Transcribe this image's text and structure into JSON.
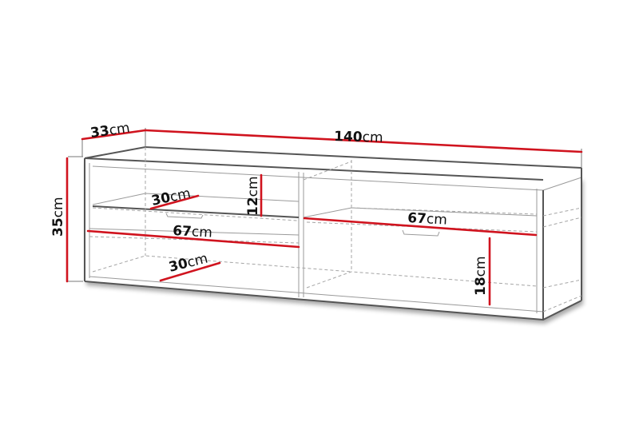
{
  "diagram": {
    "subject": "TV bench dimension drawing",
    "colors": {
      "dimension_line": "#d0131e",
      "outline": "#555555",
      "hidden_line": "#a5a5a5",
      "background": "#ffffff"
    },
    "dimensions": {
      "depth": {
        "value": "33",
        "unit": "cm"
      },
      "width": {
        "value": "140",
        "unit": "cm"
      },
      "height": {
        "value": "35",
        "unit": "cm"
      },
      "shelf_depth": {
        "value": "30",
        "unit": "cm"
      },
      "upper_height": {
        "value": "12",
        "unit": "cm"
      },
      "left_width": {
        "value": "67",
        "unit": "cm"
      },
      "right_width": {
        "value": "67",
        "unit": "cm"
      },
      "bottom_depth": {
        "value": "30",
        "unit": "cm"
      },
      "lower_height": {
        "value": "18",
        "unit": "cm"
      }
    }
  }
}
